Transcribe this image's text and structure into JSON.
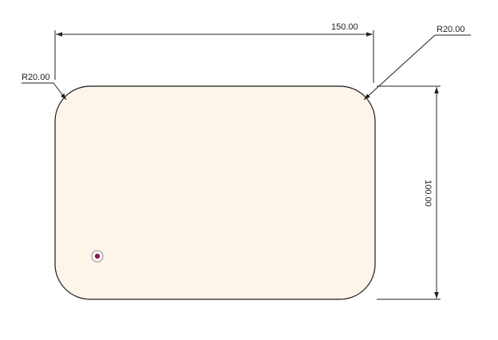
{
  "sketch": {
    "shape": "rounded-rectangle",
    "fill_color": "#fdf4ea",
    "outline_color": "#1a1a1a",
    "dimension_color": "#222222"
  },
  "dimensions": {
    "width_label": "150.00",
    "height_label": "100.00",
    "radius_top_left_label": "R20.00",
    "radius_top_right_label": "R20.00"
  },
  "markers": {
    "origin_point": {
      "icon": "origin-point-icon",
      "color": "#8b1a5a"
    }
  }
}
